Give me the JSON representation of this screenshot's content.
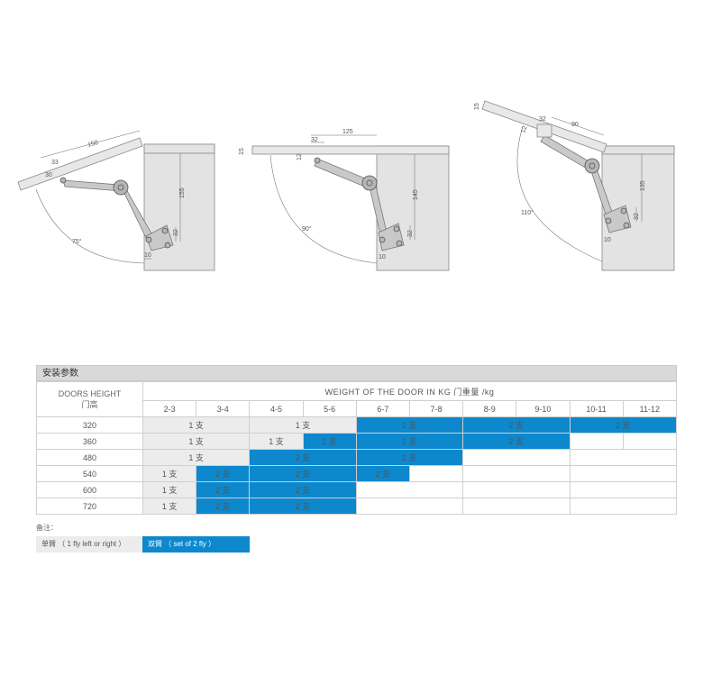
{
  "diagrams": [
    {
      "angle": "75°",
      "dims": [
        "150",
        "33",
        "30",
        "155",
        "32",
        "10"
      ]
    },
    {
      "angle": "90°",
      "dims": [
        "15",
        "125",
        "32",
        "12",
        "145",
        "32",
        "10"
      ]
    },
    {
      "angle": "110°",
      "dims": [
        "15",
        "32",
        "90",
        "12",
        "135",
        "32",
        "10"
      ]
    }
  ],
  "table": {
    "title": "安装参数",
    "doors_height_label": "DOORS HEIGHT",
    "doors_height_label_cn": "门高",
    "weight_label": "WEIGHT  OF  THE  DOOR  IN  KG    门重量 /kg",
    "weight_columns": [
      "2-3",
      "3-4",
      "4-5",
      "5-6",
      "6-7",
      "7-8",
      "8-9",
      "9-10",
      "10-11",
      "11-12"
    ],
    "rows": [
      {
        "height": "320",
        "cells": [
          {
            "span": 2,
            "type": "single",
            "text": "1 支"
          },
          {
            "span": 2,
            "type": "single",
            "text": "1 支"
          },
          {
            "span": 2,
            "type": "double",
            "text": "2 支"
          },
          {
            "span": 2,
            "type": "double",
            "text": "2 支"
          },
          {
            "span": 2,
            "type": "double",
            "text": "2 支"
          }
        ]
      },
      {
        "height": "360",
        "cells": [
          {
            "span": 2,
            "type": "single",
            "text": "1 支"
          },
          {
            "span": 1,
            "type": "single",
            "text": "1 支"
          },
          {
            "span": 1,
            "type": "double",
            "text": "2 支"
          },
          {
            "span": 2,
            "type": "double",
            "text": "2 支"
          },
          {
            "span": 2,
            "type": "double",
            "text": "2 支"
          },
          {
            "span": 1,
            "type": "empty",
            "text": ""
          },
          {
            "span": 1,
            "type": "empty",
            "text": ""
          }
        ]
      },
      {
        "height": "480",
        "cells": [
          {
            "span": 2,
            "type": "single",
            "text": "1 支"
          },
          {
            "span": 2,
            "type": "double",
            "text": "2 支"
          },
          {
            "span": 2,
            "type": "double",
            "text": "2 支"
          },
          {
            "span": 2,
            "type": "empty",
            "text": ""
          },
          {
            "span": 2,
            "type": "empty",
            "text": ""
          }
        ]
      },
      {
        "height": "540",
        "cells": [
          {
            "span": 1,
            "type": "single",
            "text": "1 支"
          },
          {
            "span": 1,
            "type": "double",
            "text": "2 支"
          },
          {
            "span": 2,
            "type": "double",
            "text": "2 支"
          },
          {
            "span": 1,
            "type": "double",
            "text": "2 支"
          },
          {
            "span": 1,
            "type": "empty",
            "text": ""
          },
          {
            "span": 2,
            "type": "empty",
            "text": ""
          },
          {
            "span": 2,
            "type": "empty",
            "text": ""
          }
        ]
      },
      {
        "height": "600",
        "cells": [
          {
            "span": 1,
            "type": "single",
            "text": "1 支"
          },
          {
            "span": 1,
            "type": "double",
            "text": "2 支"
          },
          {
            "span": 2,
            "type": "double",
            "text": "2 支"
          },
          {
            "span": 2,
            "type": "empty",
            "text": ""
          },
          {
            "span": 2,
            "type": "empty",
            "text": ""
          },
          {
            "span": 2,
            "type": "empty",
            "text": ""
          }
        ]
      },
      {
        "height": "720",
        "cells": [
          {
            "span": 1,
            "type": "single",
            "text": "1 支"
          },
          {
            "span": 1,
            "type": "double",
            "text": "2 支"
          },
          {
            "span": 2,
            "type": "double",
            "text": "2 支"
          },
          {
            "span": 2,
            "type": "empty",
            "text": ""
          },
          {
            "span": 2,
            "type": "empty",
            "text": ""
          },
          {
            "span": 2,
            "type": "empty",
            "text": ""
          }
        ]
      }
    ]
  },
  "notes": {
    "title": "备注：",
    "single_label": "单臂 （ 1 fly left or right ）",
    "double_label": "双臂 （ set of 2 fly ）"
  },
  "colors": {
    "single": "#ececec",
    "double": "#0d88cd",
    "header": "#d9d9d9"
  }
}
